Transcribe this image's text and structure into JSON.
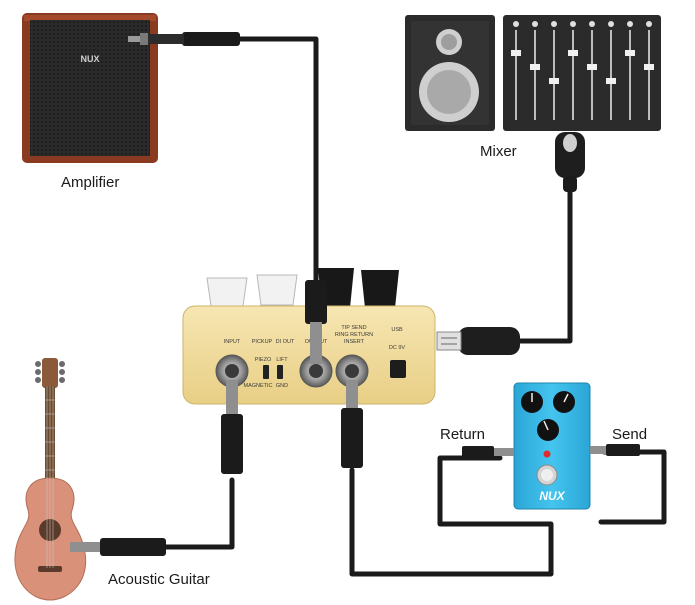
{
  "labels": {
    "amplifier": "Amplifier",
    "mixer": "Mixer",
    "acoustic_guitar": "Acoustic Guitar",
    "return": "Return",
    "send": "Send"
  },
  "di_box": {
    "input": "INPUT",
    "pickup": "PICKUP",
    "di_out": "DI OUT",
    "output": "OUTPUT",
    "tip_send": "TIP SEND",
    "ring_return": "RING RETURN",
    "insert": "INSERT",
    "usb": "USB",
    "dc": "DC 9V",
    "piezo": "PIEZO",
    "magnetic": "MAGNETIC",
    "lift": "LIFT",
    "gnd": "GND"
  },
  "amp_logo": "NUX",
  "pedal_logo": "NUX",
  "colors": {
    "cable": "#1b1b1b",
    "amp_wood": "#8a3a20",
    "amp_grille": "#262626",
    "di_body": "#f3dea0",
    "pedal_body": "#35b8e6",
    "mixer_body": "#2b2b2b",
    "guitar_body": "#d9917a"
  }
}
